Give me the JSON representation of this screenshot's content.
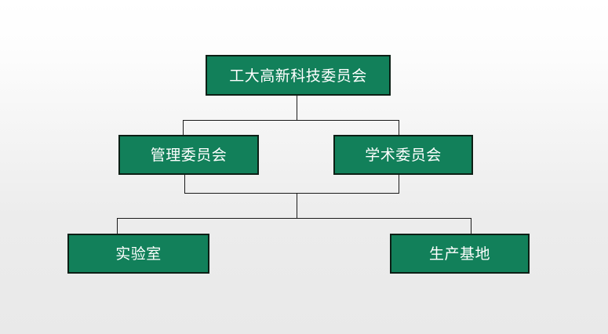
{
  "slide": {
    "background_top_color": "#ffffff",
    "background_bottom_color": "#e9e9e9"
  },
  "org_chart": {
    "type": "org-tree",
    "node_fill_color": "#12805a",
    "node_border_color": "#0c1f15",
    "node_text_color": "#ffffff",
    "connector_color": "#1a1a1a",
    "nodes": [
      {
        "id": "root",
        "level": 1,
        "label": "工大高新科技委员会"
      },
      {
        "id": "management",
        "level": 2,
        "label": "管理委员会"
      },
      {
        "id": "academic",
        "level": 2,
        "label": "学术委员会"
      },
      {
        "id": "laboratory",
        "level": 3,
        "label": "实验室"
      },
      {
        "id": "production-base",
        "level": 3,
        "label": "生产基地"
      }
    ],
    "edges": [
      {
        "from": "root",
        "to": "management"
      },
      {
        "from": "root",
        "to": "academic"
      },
      {
        "from": "management+academic",
        "to": "laboratory"
      },
      {
        "from": "management+academic",
        "to": "production-base"
      }
    ]
  }
}
